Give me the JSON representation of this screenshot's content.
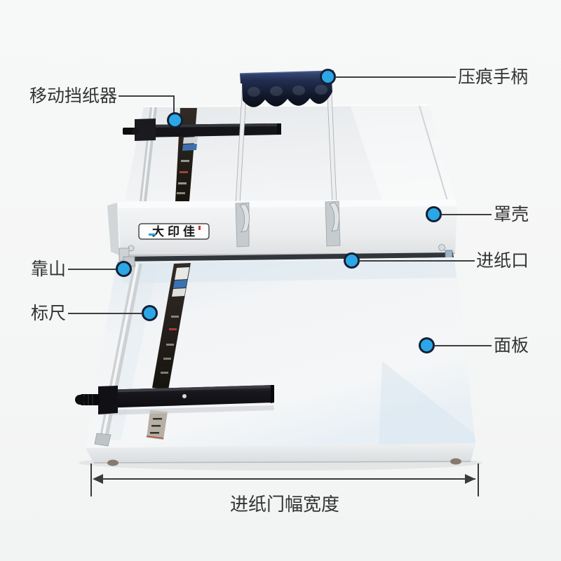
{
  "page": {
    "background": "#f6f7f8"
  },
  "style": {
    "dot_fill": "#2ba7e8",
    "dot_ring": "#142033",
    "leader_line": "#3f3f3f",
    "label_text": "#333333"
  },
  "machine": {
    "brand": "大印佳"
  },
  "callouts": {
    "paper_stop": "移动挡纸器",
    "handle": "压痕手柄",
    "cover": "罩壳",
    "feed_inlet": "进纸口",
    "fence": "靠山",
    "ruler": "标尺",
    "panel": "面板"
  },
  "dimension": {
    "feed_width": "进纸门幅宽度"
  }
}
